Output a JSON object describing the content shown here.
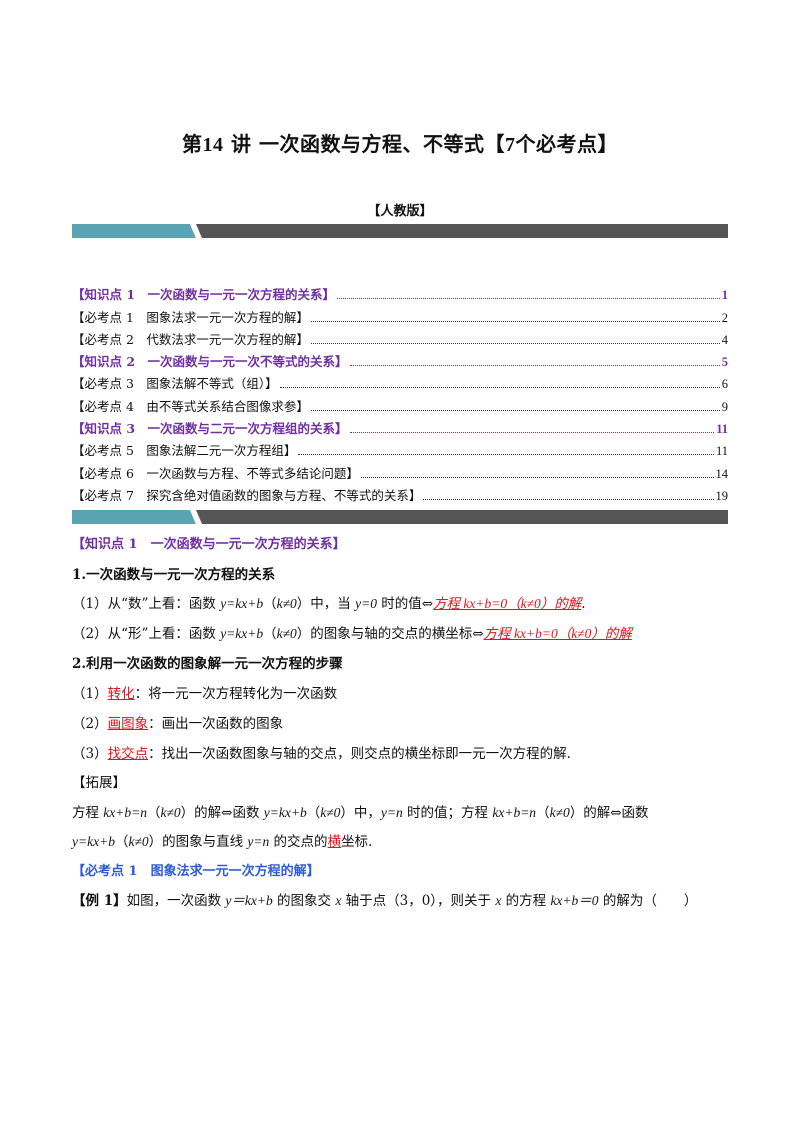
{
  "title": {
    "prefix": "第",
    "num": "14",
    "mid": "讲  一次函数与方程、不等式【",
    "num2": "7",
    "suffix": "个必考点】"
  },
  "edition": "【人教版】",
  "toc": [
    {
      "label": "【知识点 1　一次函数与一元一次方程的关系】",
      "page": "1",
      "kind": "knowledge"
    },
    {
      "label": "【必考点 1　图象法求一元一次方程的解】",
      "page": "2",
      "kind": "item"
    },
    {
      "label": "【必考点 2　代数法求一元一次方程的解】",
      "page": "4",
      "kind": "item"
    },
    {
      "label": "【知识点 2　一次函数与一元一次不等式的关系】",
      "page": "5",
      "kind": "knowledge"
    },
    {
      "label": "【必考点 3　图象法解不等式（组）】",
      "page": "6",
      "kind": "item"
    },
    {
      "label": "【必考点 4　由不等式关系结合图像求参】",
      "page": "9",
      "kind": "item"
    },
    {
      "label": "【知识点 3　一次函数与二元一次方程组的关系】",
      "page": "11",
      "kind": "knowledge"
    },
    {
      "label": "【必考点 5　图象法解二元一次方程组】",
      "page": "11",
      "kind": "item"
    },
    {
      "label": "【必考点 6　一次函数与方程、不等式多结论问题】",
      "page": "14",
      "kind": "item"
    },
    {
      "label": "【必考点 7　探究含绝对值函数的图象与方程、不等式的关系】",
      "page": "19",
      "kind": "item"
    }
  ],
  "section1": {
    "heading": "【知识点 1　一次函数与一元一次方程的关系】",
    "sub1": "1.一次函数与一元一次方程的关系",
    "p1": {
      "a": "（1）从“数”上看：函数 ",
      "f1": "y=kx+b",
      "b": "（",
      "k1": "k≠0",
      "c": "）中，当 ",
      "y0": "y=0",
      "d": " 时的值⇔",
      "red": "方程 kx+b=0（k≠0）的解",
      "e": "."
    },
    "p2": {
      "a": "（2）从“形”上看：函数 ",
      "f1": "y=kx+b",
      "b": "（",
      "k1": "k≠0",
      "c": "）的图象与轴的交点的横坐标⇔",
      "red": "方程 kx+b=0（k≠0）的解"
    },
    "sub2": "2.利用一次函数的图象解一元一次方程的步骤",
    "steps": [
      {
        "num": "（1）",
        "key": "转化",
        "text": "：将一元一次方程转化为一次函数"
      },
      {
        "num": "（2）",
        "key": "画图象",
        "text": "：画出一次函数的图象"
      },
      {
        "num": "（3）",
        "key": "找交点",
        "text": "：找出一次函数图象与轴的交点，则交点的横坐标即一元一次方程的解."
      }
    ],
    "ext_label": "【拓展】",
    "ext1": {
      "a": "方程 ",
      "f1": "kx+b=n",
      "b": "（",
      "k1": "k≠0",
      "c": "）的解⇔函数 ",
      "f2": "y=kx+b",
      "d": "（",
      "k2": "k≠0",
      "e": "）中，",
      "yn": "y=n",
      "f": " 时的值；方程 ",
      "f3": "kx+b=n",
      "g": "（",
      "k3": "k≠0",
      "h": "）的解⇔函数"
    },
    "ext2": {
      "f1": "y=kx+b",
      "a": "（",
      "k1": "k≠0",
      "b": "）的图象与直线 ",
      "yn": "y=n",
      "c": " 的交点的",
      "red": "横",
      "d": "坐标."
    }
  },
  "section2": {
    "heading": "【必考点 1　图象法求一元一次方程的解】",
    "example": {
      "label": "【例 1】",
      "a": "如图，一次函数 ",
      "f1": "y＝kx+b",
      "b": " 的图象交 ",
      "x": "x",
      "c": " 轴于点（3，0），则关于 ",
      "x2": "x",
      "d": " 的方程 ",
      "f2": "kx+b＝0",
      "e": " 的解为（　　）"
    }
  },
  "colors": {
    "purple": "#7030a0",
    "red": "#e0121b",
    "blue": "#2e5cd6",
    "bar_teal": "#5aa3b3",
    "bar_dark": "#555555"
  }
}
